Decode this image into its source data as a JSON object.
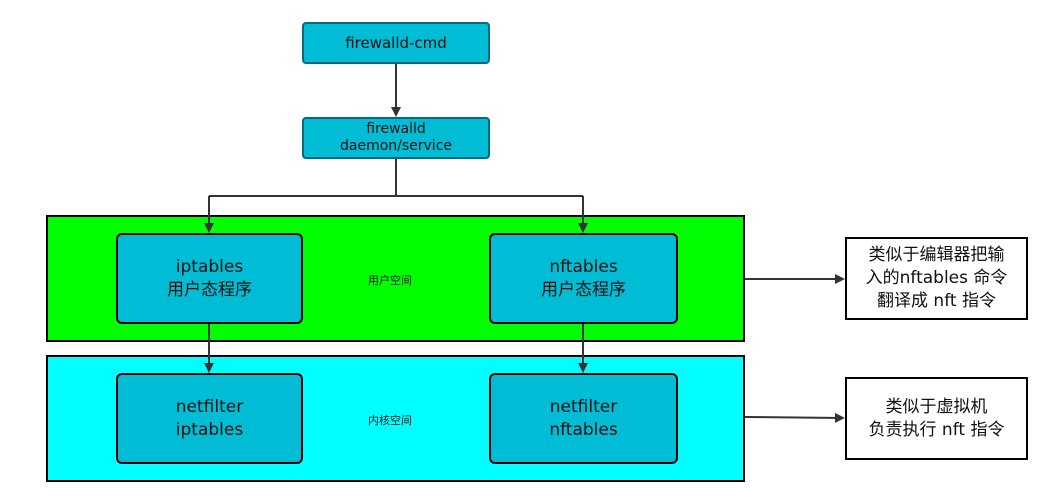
{
  "colors": {
    "top_box_fill": "#00bcd4",
    "user_space_fill": "#00ff00",
    "kernel_space_fill": "#00ffff",
    "inner_box_fill": "#00bcd4"
  },
  "nodes": {
    "firewalld_cmd": "firewalld-cmd",
    "firewalld_daemon": {
      "line1": "firewalld",
      "line2": "daemon/service"
    },
    "iptables_user": {
      "line1": "iptables",
      "line2": "用户态程序"
    },
    "nftables_user": {
      "line1": "nftables",
      "line2": "用户态程序"
    },
    "netfilter_iptables": {
      "line1": "netfilter",
      "line2": "iptables"
    },
    "netfilter_nftables": {
      "line1": "netfilter",
      "line2": "nftables"
    }
  },
  "regions": {
    "user_space": "用户空间",
    "kernel_space": "内核空间"
  },
  "notes": {
    "editor": {
      "line1": "类似于编辑器把输",
      "line2": "入的nftables 命令",
      "line3": "翻译成 nft 指令"
    },
    "vm": {
      "line1": "类似于虚拟机",
      "line2": "负责执行 nft 指令"
    }
  }
}
